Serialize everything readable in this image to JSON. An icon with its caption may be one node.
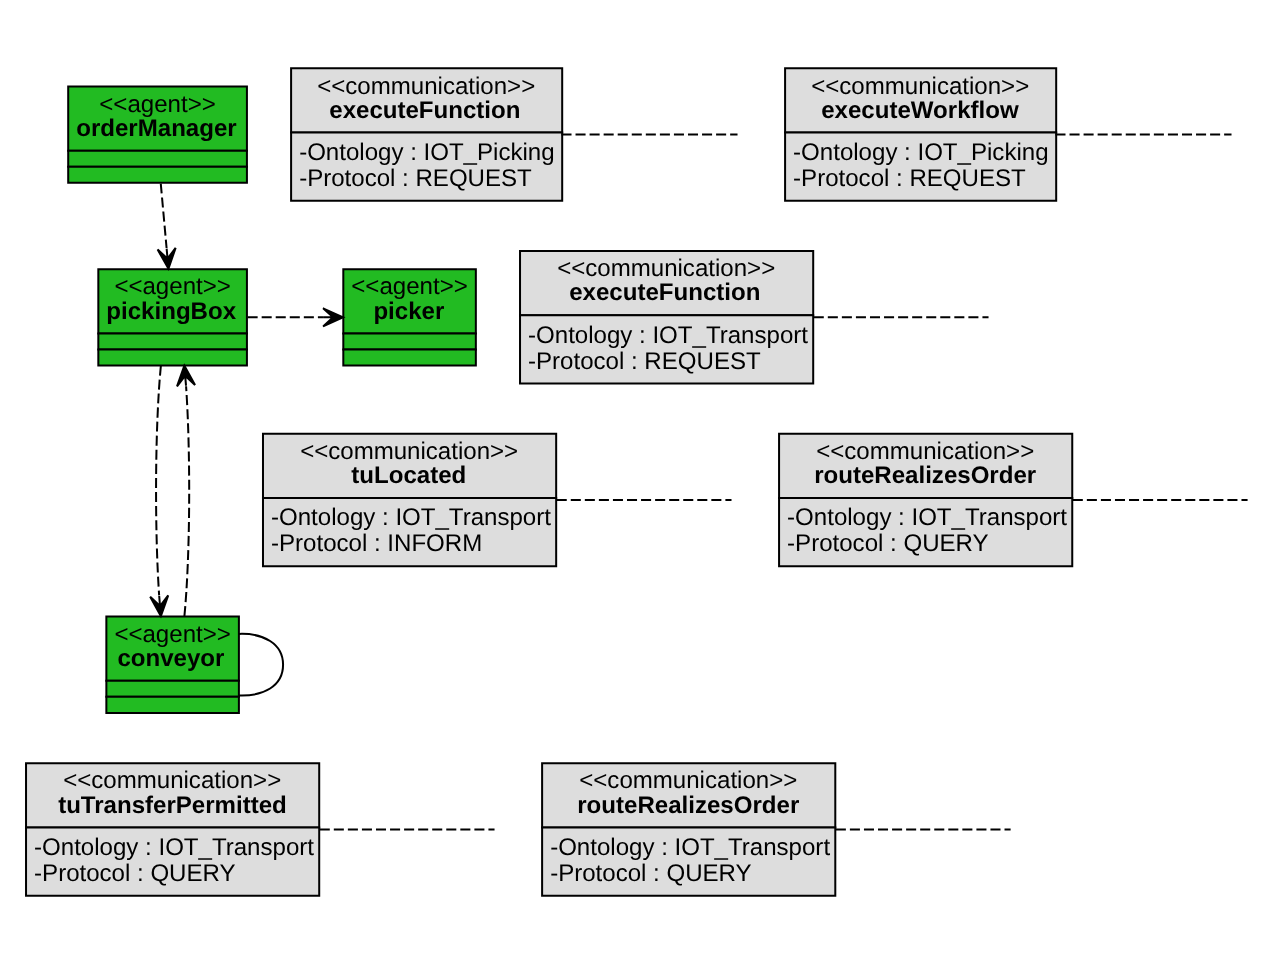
{
  "diagram": {
    "nodes": [
      {
        "text": [
          "<<communication>>",
          "executeFunction",
          "-Ontology : IOT_Picking",
          "-Protocol : REQUEST"
        ]
      },
      {
        "text": [
          "<<agent>>",
          "orderManager"
        ]
      },
      {
        "text": [
          "<<communication>>",
          "executeWorkflow",
          "-Ontology : IOT_Picking",
          "-Protocol : REQUEST"
        ]
      },
      {
        "text": [
          "<<agent>>",
          "picker"
        ]
      },
      {
        "text": [
          "<<agent>>",
          "pickingBox"
        ]
      },
      {
        "text": [
          "<<communication>>",
          "executeFunction",
          "-Ontology : IOT_Transport",
          "-Protocol : REQUEST"
        ]
      },
      {
        "text": [
          "<<communication>>",
          "tuLocated",
          "-Ontology : IOT_Transport",
          "-Protocol : INFORM"
        ]
      },
      {
        "text": [
          "<<communication>>",
          "routeRealizesOrder",
          "-Ontology : IOT_Transport",
          "-Protocol : QUERY"
        ]
      },
      {
        "text": [
          "<<agent>>",
          "conveyor"
        ]
      },
      {
        "text": [
          "<<communication>>",
          "tuTransferPermitted",
          "-Ontology : IOT_Transport",
          "-Protocol : QUERY"
        ]
      },
      {
        "text": [
          "<<communication>>",
          "routeRealizesOrder",
          "-Ontology : IOT_Transport",
          "-Protocol : QUERY"
        ]
      }
    ],
    "edges": [
      {
        "from": 1,
        "to": 4,
        "arrow": "to",
        "style": "dashed"
      },
      {
        "from": 2,
        "to": null,
        "arrow": "none",
        "style": "dashed"
      },
      {
        "from": 4,
        "to": 3,
        "arrow": "to",
        "style": "dashed"
      },
      {
        "from": 0,
        "to": null,
        "arrow": "none",
        "style": "dashed"
      },
      {
        "from": 8,
        "to": 4,
        "arrow": "to",
        "style": "dashed"
      },
      {
        "from": 4,
        "to": 8,
        "arrow": "to",
        "style": "dashed"
      },
      {
        "from": 6,
        "to": null,
        "arrow": "none",
        "style": "dashed"
      },
      {
        "from": 5,
        "to": null,
        "arrow": "none",
        "style": "dashed"
      },
      {
        "from": 7,
        "to": null,
        "arrow": "none",
        "style": "dashed"
      },
      {
        "from": 8,
        "to": 8,
        "arrow": "none"
      },
      {
        "from": 9,
        "to": null,
        "arrow": "none",
        "style": "dashed"
      },
      {
        "from": 10,
        "to": null,
        "arrow": "none",
        "style": "dashed"
      }
    ]
  }
}
